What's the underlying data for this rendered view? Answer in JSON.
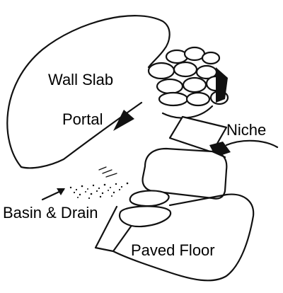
{
  "labels": {
    "wall_slab": "Wall Slab",
    "portal": "Portal",
    "niche": "Niche",
    "basin_drain": "Basin & Drain",
    "paved_floor": "Paved Floor"
  },
  "colors": {
    "ink": "#111111",
    "background": "#ffffff"
  }
}
